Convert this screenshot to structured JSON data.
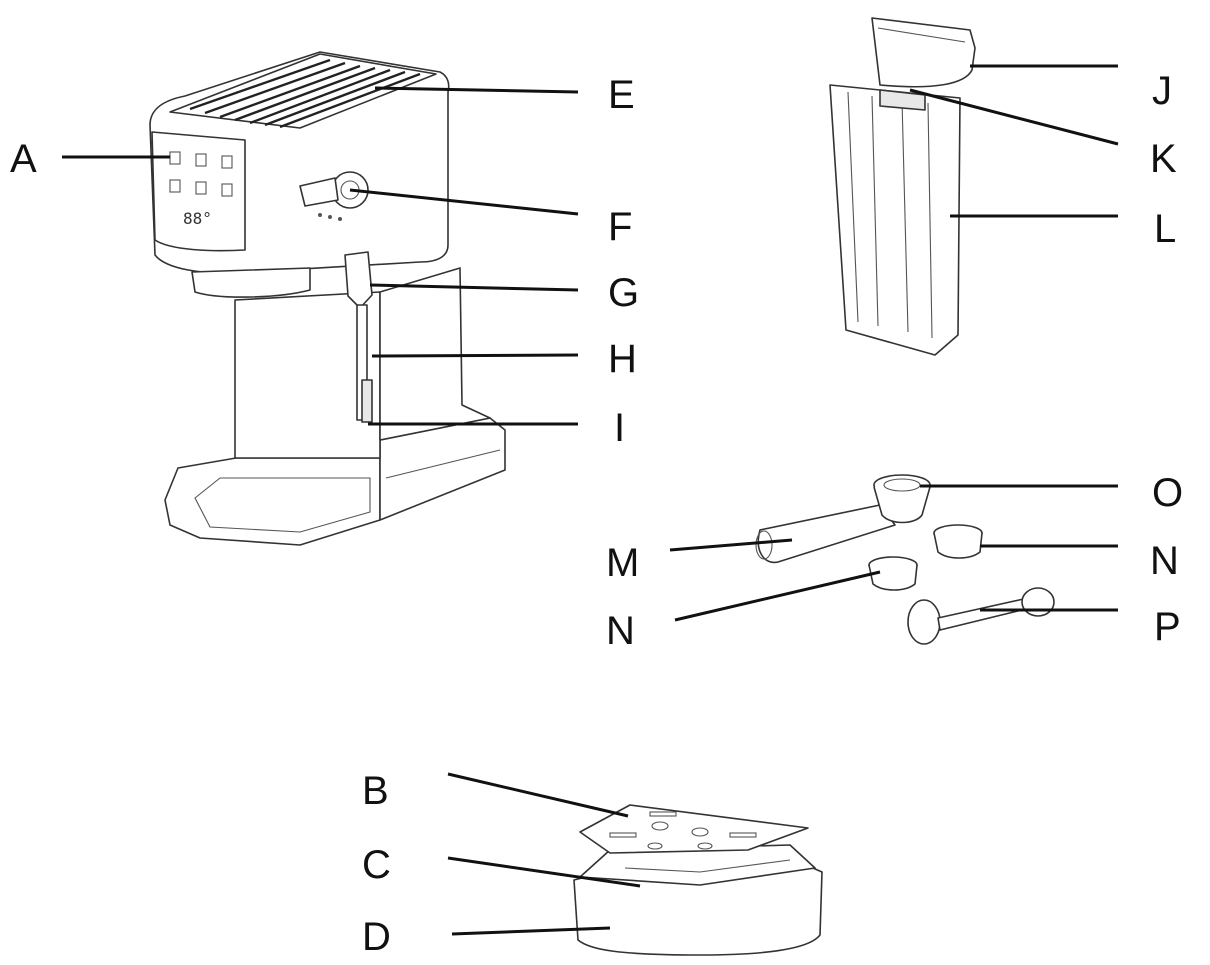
{
  "labels": {
    "A": "A",
    "B": "B",
    "C": "C",
    "D": "D",
    "E": "E",
    "F": "F",
    "G": "G",
    "H": "H",
    "I": "I",
    "J": "J",
    "K": "K",
    "L": "L",
    "M": "M",
    "N1": "N",
    "N2": "N",
    "O": "O",
    "P": "P"
  },
  "colors": {
    "line": "#111111",
    "outline": "#333333",
    "shade": "#e8e8e8"
  }
}
